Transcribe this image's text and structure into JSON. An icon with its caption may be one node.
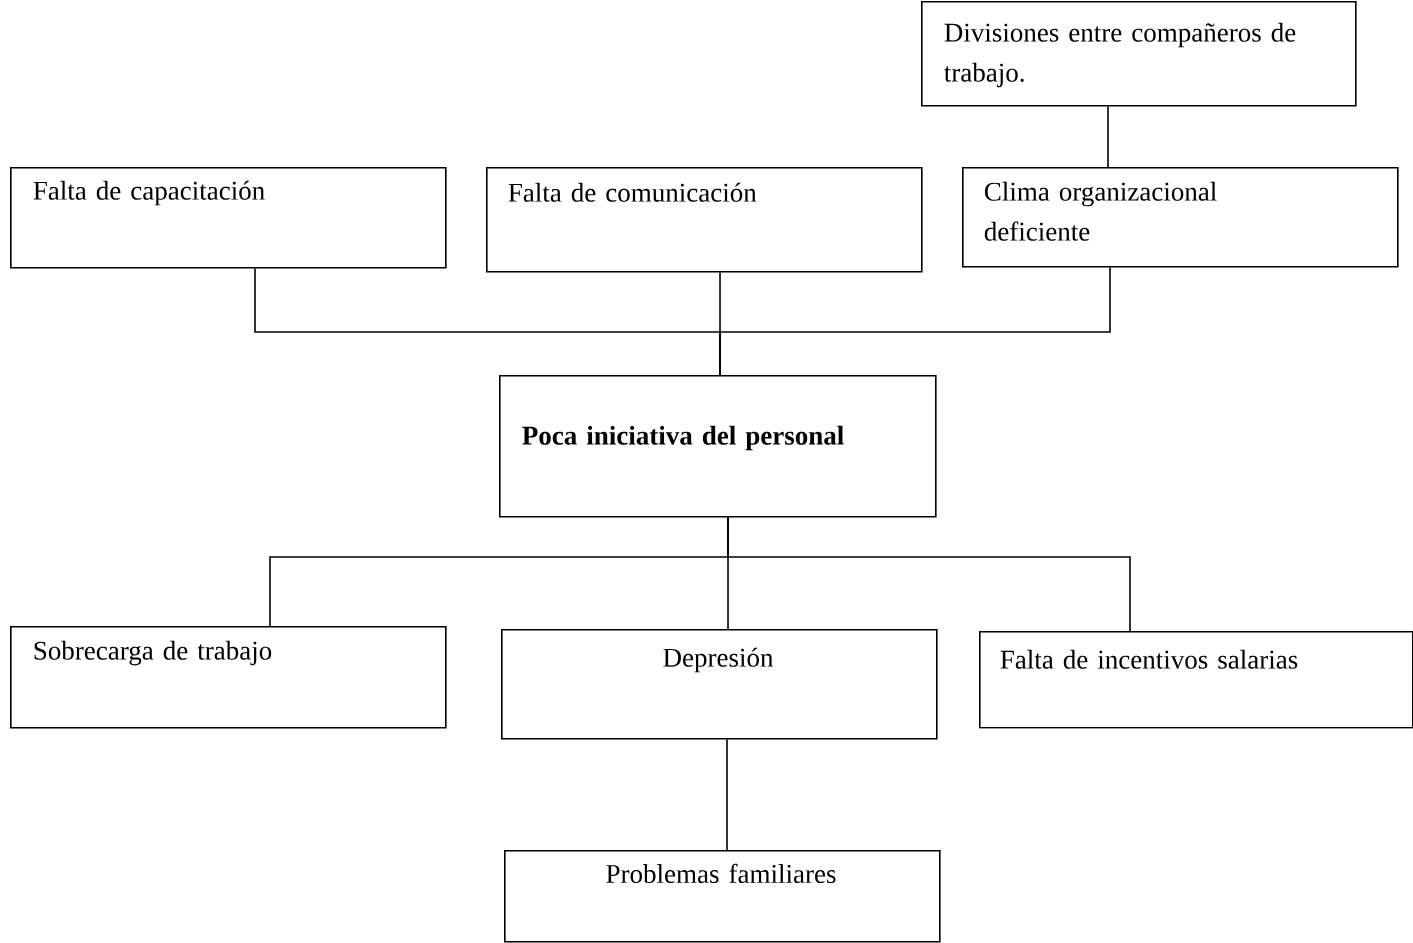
{
  "diagram": {
    "nodes": [
      {
        "text": [
          "Divisiones entre compañeros de trabajo."
        ]
      },
      {
        "text": [
          "Falta de capacitación"
        ]
      },
      {
        "text": [
          "Falta de comunicación"
        ]
      },
      {
        "text": [
          "Clima organizacional deficiente"
        ]
      },
      {
        "text": [
          "Poca iniciativa del personal"
        ]
      },
      {
        "text": [
          "Sobrecarga de trabajo"
        ]
      },
      {
        "text": [
          "Depresión"
        ]
      },
      {
        "text": [
          "Falta de incentivos salarias"
        ]
      },
      {
        "text": [
          "Problemas familiares"
        ]
      }
    ],
    "edges": [
      {
        "from": 0,
        "to": 3,
        "arrow": "none"
      },
      {
        "from": 1,
        "to": 4,
        "arrow": "none"
      },
      {
        "from": 2,
        "to": 4,
        "arrow": "none"
      },
      {
        "from": 3,
        "to": 4,
        "arrow": "none"
      },
      {
        "from": 4,
        "to": 5,
        "arrow": "none"
      },
      {
        "from": 4,
        "to": 6,
        "arrow": "none"
      },
      {
        "from": 4,
        "to": 7,
        "arrow": "none"
      },
      {
        "from": 6,
        "to": 8,
        "arrow": "none"
      }
    ]
  }
}
